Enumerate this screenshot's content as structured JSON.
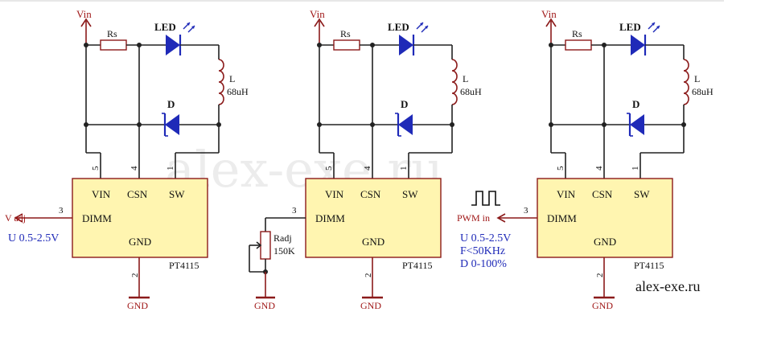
{
  "diagram": {
    "circuits": [
      {
        "supply_label": "Vin",
        "rs_label": "Rs",
        "led_label": "LED",
        "inductor_label": "L",
        "inductor_value": "68uH",
        "diode_label": "D",
        "chip": {
          "vin": "VIN",
          "csn": "CSN",
          "sw": "SW",
          "dimm": "DIMM",
          "gnd": "GND",
          "part": "PT4115"
        },
        "pins": {
          "p5": "5",
          "p4": "4",
          "p1": "1",
          "p3": "3",
          "p2": "2"
        },
        "ground_label": "GND",
        "input_label": "V adj",
        "input_note": "U 0.5-2.5V"
      },
      {
        "supply_label": "Vin",
        "rs_label": "Rs",
        "led_label": "LED",
        "inductor_label": "L",
        "inductor_value": "68uH",
        "diode_label": "D",
        "chip": {
          "vin": "VIN",
          "csn": "CSN",
          "sw": "SW",
          "dimm": "DIMM",
          "gnd": "GND",
          "part": "PT4115"
        },
        "pins": {
          "p5": "5",
          "p4": "4",
          "p1": "1",
          "p3": "3",
          "p2": "2"
        },
        "pot_label": "Radj",
        "pot_value": "150K",
        "ground_label_pot": "GND",
        "ground_label": "GND"
      },
      {
        "supply_label": "Vin",
        "rs_label": "Rs",
        "led_label": "LED",
        "inductor_label": "L",
        "inductor_value": "68uH",
        "diode_label": "D",
        "chip": {
          "vin": "VIN",
          "csn": "CSN",
          "sw": "SW",
          "dimm": "DIMM",
          "gnd": "GND",
          "part": "PT4115"
        },
        "pins": {
          "p5": "5",
          "p4": "4",
          "p1": "1",
          "p3": "3",
          "p2": "2"
        },
        "ground_label": "GND",
        "input_label": "PWM in",
        "input_note_1": "U 0.5-2.5V",
        "input_note_2": "F<50KHz",
        "input_note_3": "D 0-100%"
      }
    ],
    "site_label": "alex-exe.ru",
    "watermark": "alex-exe.ru",
    "colors": {
      "wire": "#222222",
      "chip_fill": "#fff5b0",
      "chip_border": "#8b1a1a",
      "component_blue": "#1f2ab8",
      "label_red": "#a01818"
    }
  }
}
